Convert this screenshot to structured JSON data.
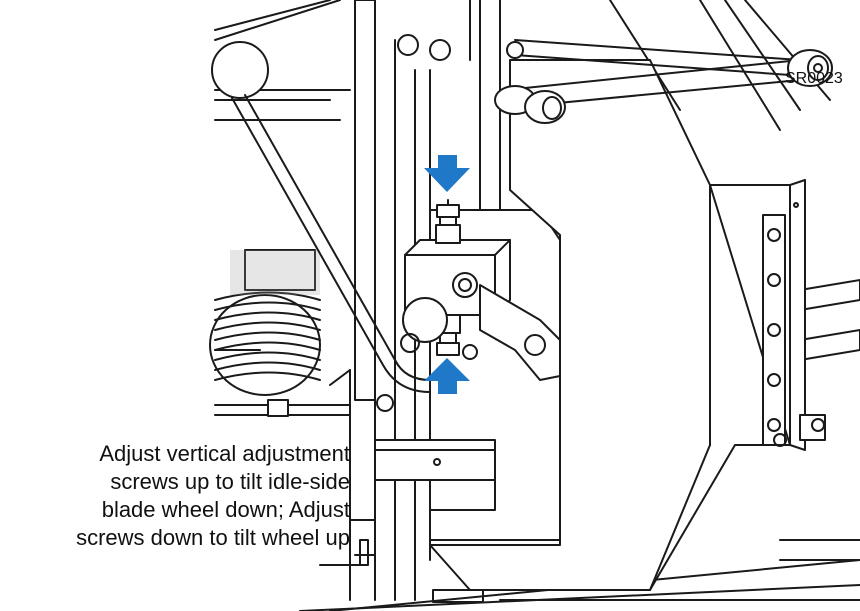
{
  "figure": {
    "code": "SR0023",
    "caption_lines": [
      "Adjust vertical adjustment",
      "screws up to tilt idle-side",
      "blade wheel down; Adjust",
      "screws down to tilt wheel up"
    ],
    "arrow_color": "#1f78c8",
    "line_color": "#1a1a1a",
    "shade_color": "#9a9a9a"
  }
}
